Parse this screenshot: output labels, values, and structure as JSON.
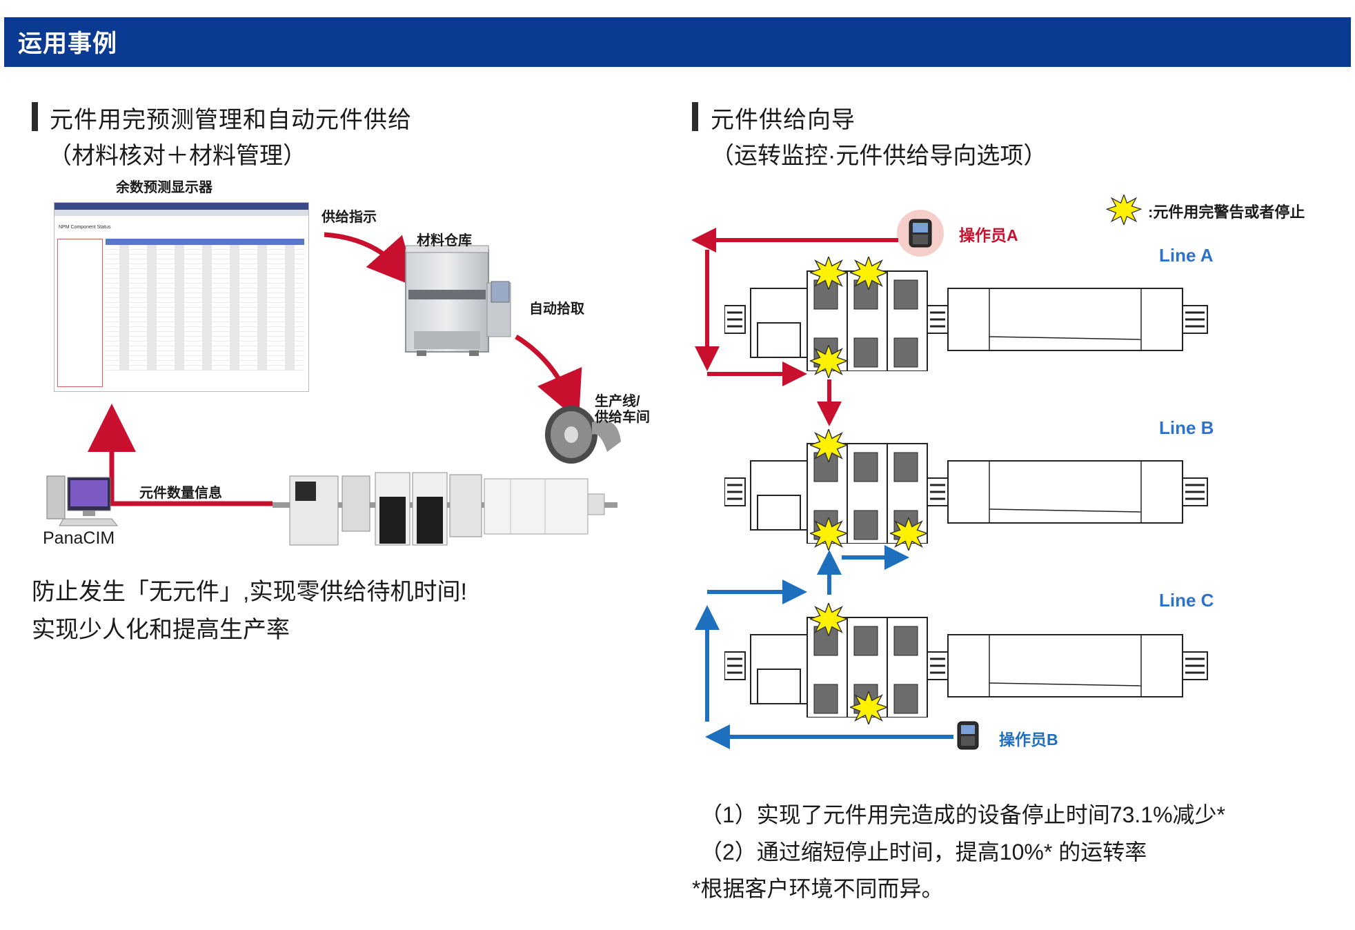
{
  "header": {
    "title": "运用事例"
  },
  "left": {
    "title": "元件用完预测管理和自动元件供给",
    "subtitle": "（材料核对＋材料管理）",
    "display_label": "余数预测显示器",
    "screen_caption": "NPM Component Status",
    "supply_instruction_label": "供给指示",
    "warehouse_label": "材料仓库",
    "auto_pick_label": "自动拾取",
    "line_workshop_label_1": "生产线/",
    "line_workshop_label_2": "供给车间",
    "component_info_label": "元件数量信息",
    "panacim_label": "PanaCIM",
    "body_line_1": "防止发生「无元件」,实现零供给待机时间!",
    "body_line_2": "实现少人化和提高生产率"
  },
  "right": {
    "title": "元件供给向导",
    "subtitle": "（运转监控·元件供给导向选项）",
    "legend_text": ":元件用完警告或者停止",
    "operator_a": "操作员A",
    "operator_b": "操作员B",
    "line_a": "Line A",
    "line_b": "Line B",
    "line_c": "Line C",
    "note_1": "（1）实现了元件用完造成的设备停止时间73.1%减少*",
    "note_2": "（2）通过缩短停止时间，提高10%* 的运转率",
    "note_3": "*根据客户环境不同而异。"
  },
  "colors": {
    "header_blue": "#0b3a93",
    "arrow_red": "#c8102e",
    "arrow_blue": "#1e6fbd",
    "line_label_blue": "#2f73c9",
    "star_yellow": "#fff200"
  }
}
